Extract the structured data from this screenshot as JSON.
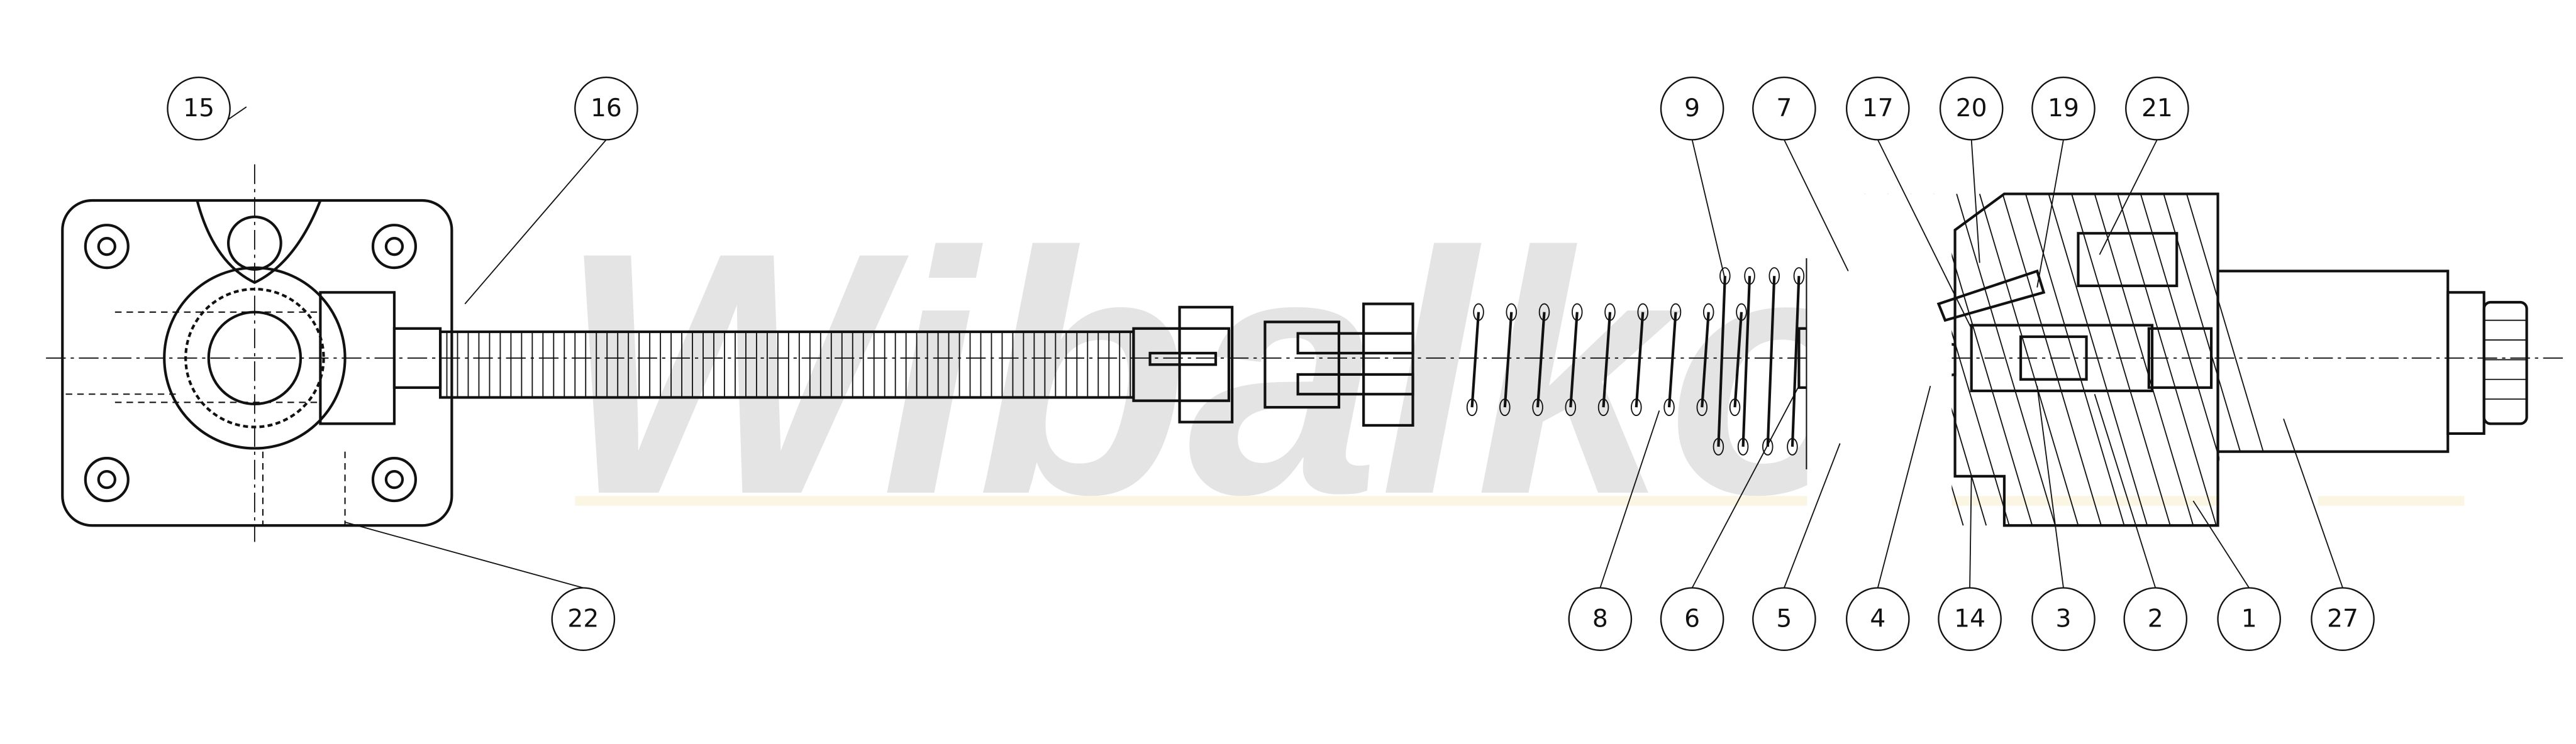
{
  "watermark": "Wibalko",
  "balloons": {
    "top": [
      "15",
      "16",
      "9",
      "7",
      "17",
      "20",
      "19",
      "21"
    ],
    "bottom": [
      "22",
      "8",
      "6",
      "5",
      "4",
      "14",
      "3",
      "2",
      "1",
      "27"
    ]
  }
}
